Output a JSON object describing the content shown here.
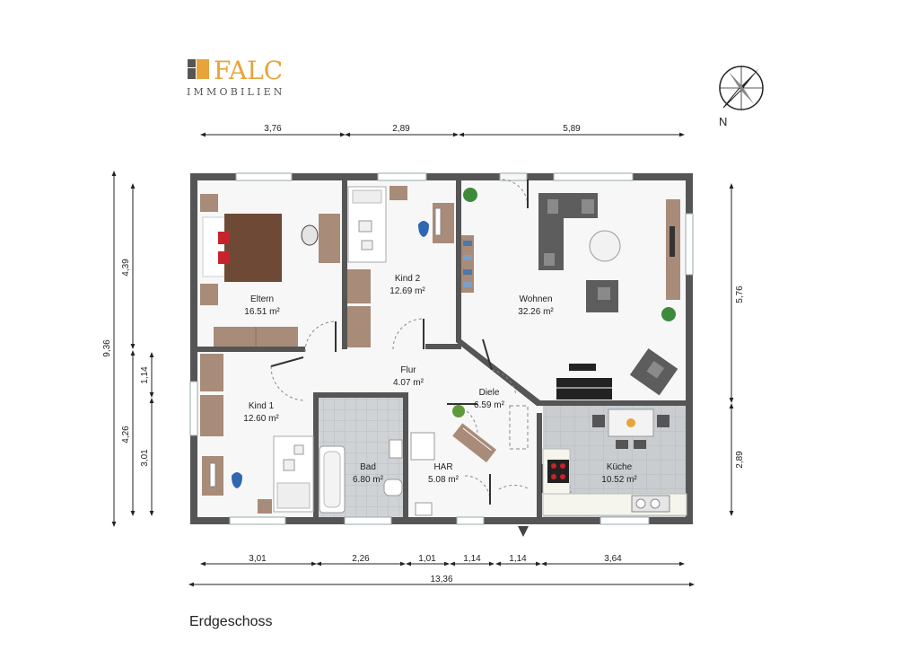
{
  "logo": {
    "brand": "FALC",
    "tagline": "IMMOBILIEN",
    "accent": "#e8a33a",
    "dark": "#555555"
  },
  "compass": {
    "label": "N",
    "icon": "compass-rose-icon"
  },
  "dimensions_top": [
    "3,76",
    "2,89",
    "5,89"
  ],
  "dimensions_bottom": [
    "3,01",
    "2,26",
    "1,01",
    "1,14",
    "1,14",
    "3,64"
  ],
  "dimension_total": "13,36",
  "dimensions_left_outer": "9,36",
  "dimensions_left_inner": [
    "4,39",
    "1,14",
    "4,26",
    "3,01"
  ],
  "dimensions_right": [
    "5,76",
    "2,89"
  ],
  "rooms": [
    {
      "name": "Eltern",
      "area": "16.51 m²"
    },
    {
      "name": "Kind 2",
      "area": "12.69 m²"
    },
    {
      "name": "Wohnen",
      "area": "32.26 m²"
    },
    {
      "name": "Flur",
      "area": "4.07 m²"
    },
    {
      "name": "Diele",
      "area": "6.59 m²"
    },
    {
      "name": "Kind 1",
      "area": "12.60 m²"
    },
    {
      "name": "Bad",
      "area": "6.80 m²"
    },
    {
      "name": "HAR",
      "area": "5.08 m²"
    },
    {
      "name": "Küche",
      "area": "10.52 m²"
    }
  ],
  "floor_label": "Erdgeschoss",
  "colors": {
    "wall": "#555555",
    "floor": "#f6f6f6",
    "tile": "#cfd3d6",
    "furniture_wood": "#a88b78",
    "sofa": "#5d5d5d",
    "bed": "#6e4a36",
    "pillow_red": "#c8232c",
    "chair_blue": "#2f67b0"
  }
}
